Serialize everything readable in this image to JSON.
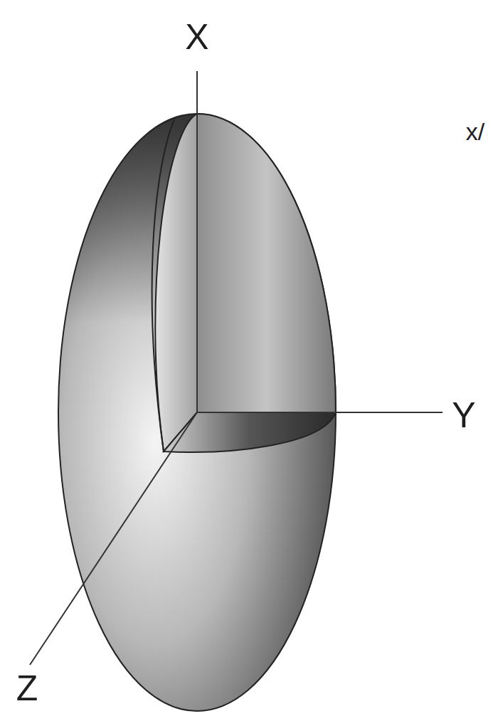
{
  "diagram": {
    "labels": [
      "X",
      "Y",
      "Z",
      "x/"
    ]
  }
}
